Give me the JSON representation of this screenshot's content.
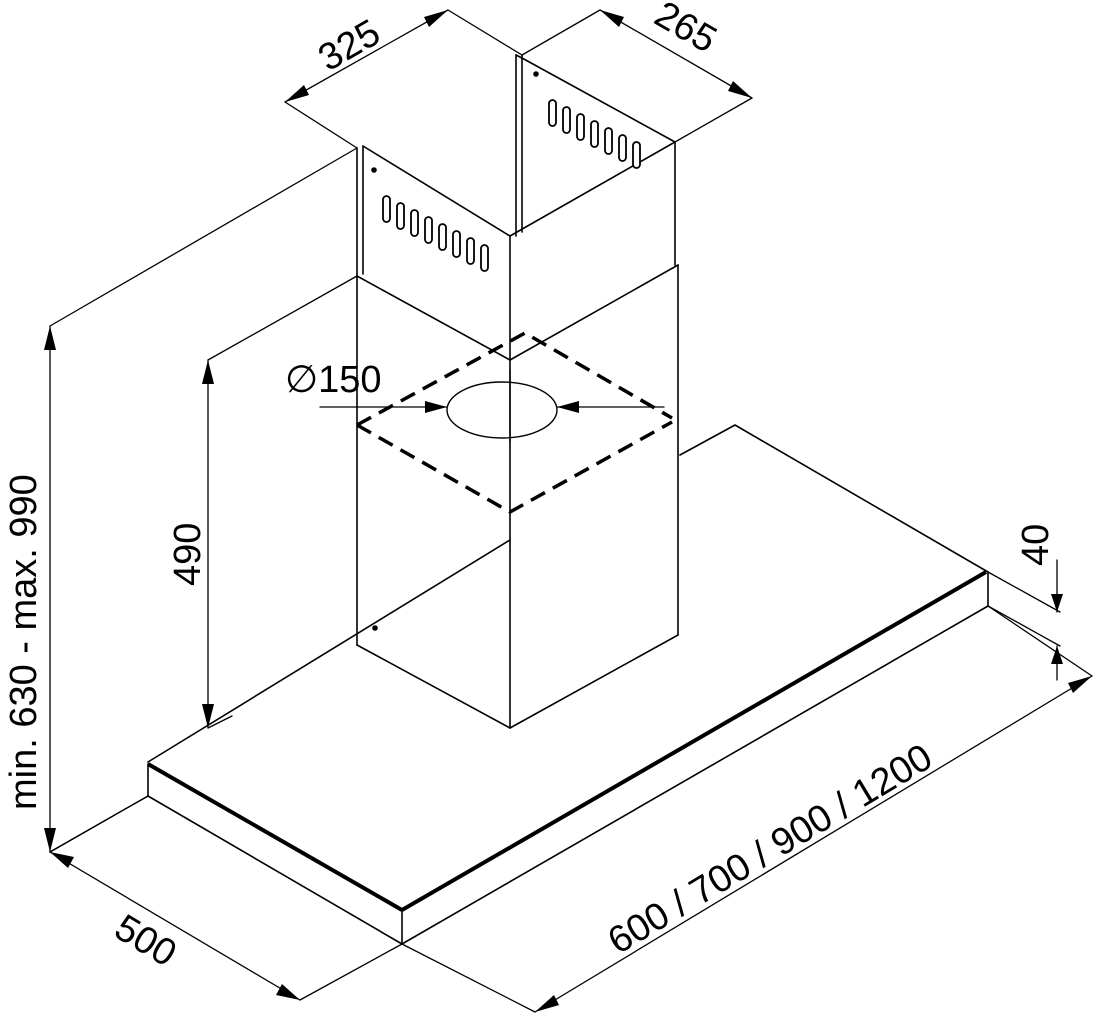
{
  "dimensions": {
    "chimney_width": "325",
    "chimney_depth": "265",
    "height_range": "min. 630 - max. 990",
    "lower_chimney_height": "490",
    "duct_diameter": "∅150",
    "canopy_thickness": "40",
    "hood_widths": "600 / 700 / 900 / 1200",
    "hood_depth": "500"
  }
}
